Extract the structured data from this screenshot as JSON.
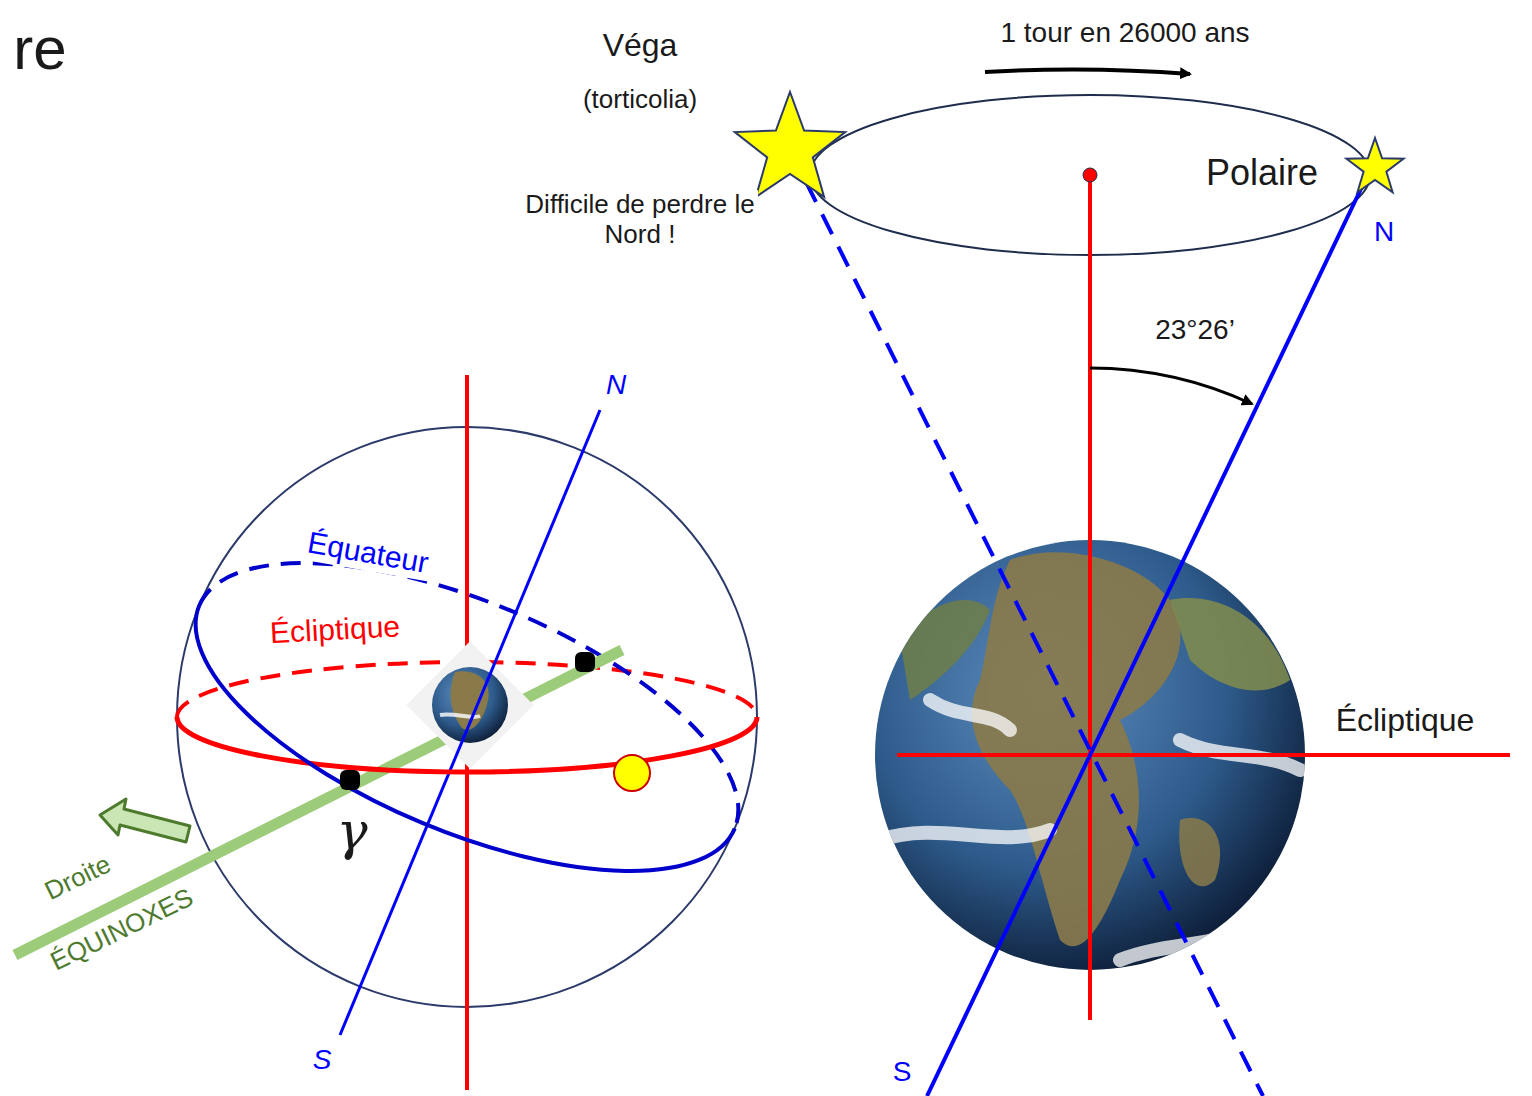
{
  "diagram": {
    "labels": [
      "re",
      "Véga",
      "(torticolia)",
      "Difficile de perdre le Nord !",
      "1 tour en 26000 ans",
      "Polaire",
      "N",
      "23°26’",
      "Écliptique",
      "S",
      "N",
      "Équateur",
      "Écliptique",
      "γ",
      "Droite",
      "ÉQUINOXES",
      "S"
    ]
  }
}
